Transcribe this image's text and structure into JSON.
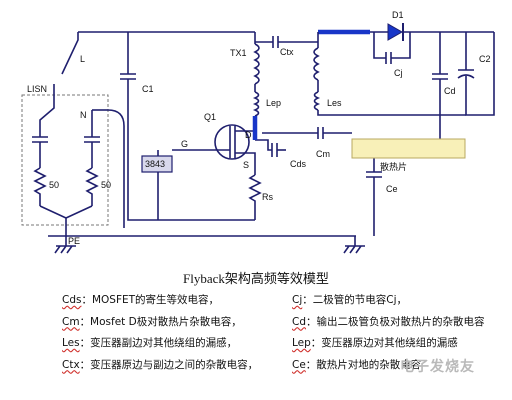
{
  "circuit": {
    "labels": {
      "lisn": "LISN",
      "l": "L",
      "n": "N",
      "r1": "50",
      "r2": "50",
      "pe": "PE",
      "c1": "C1",
      "tx1": "TX1",
      "ctx": "Ctx",
      "d1": "D1",
      "cj": "Cj",
      "cd": "Cd",
      "c2": "C2",
      "lep": "Lep",
      "les": "Les",
      "q1": "Q1",
      "d": "D",
      "g": "G",
      "s": "S",
      "ic": "3843",
      "cds": "Cds",
      "cm": "Cm",
      "heatsink": "散热片",
      "ce": "Ce",
      "rs": "Rs"
    }
  },
  "caption": "Flyback架构高频等效模型",
  "legend": [
    {
      "left": {
        "sym": "Cds",
        "text": "：MOSFET的寄生等效电容，"
      },
      "right": {
        "sym": "Cj",
        "text": "：二极管的节电容Cj，"
      }
    },
    {
      "left": {
        "sym": "Cm",
        "text": "：Mosfet D极对散热片杂散电容，"
      },
      "right": {
        "sym": "Cd",
        "text": "：输出二极管负极对散热片的杂散电容"
      }
    },
    {
      "left": {
        "sym": "Les",
        "text": "：变压器副边对其他绕组的漏感，"
      },
      "right": {
        "sym": "Lep",
        "text": "：变压器原边对其他绕组的漏感"
      }
    },
    {
      "left": {
        "sym": "Ctx",
        "text": "：变压器原边与副边之间的杂散电容，"
      },
      "right": {
        "sym": "Ce",
        "text": "：散热片对地的杂散电容"
      }
    }
  ],
  "watermark": "电子发烧友",
  "colors": {
    "wire": "#1f1f6e",
    "highlight": "#1836c8",
    "heatsink_fill": "#f8f0b8",
    "heatsink_border": "#b8a860",
    "lisn_border": "#777777",
    "ic_fill": "#d8d8ec"
  }
}
